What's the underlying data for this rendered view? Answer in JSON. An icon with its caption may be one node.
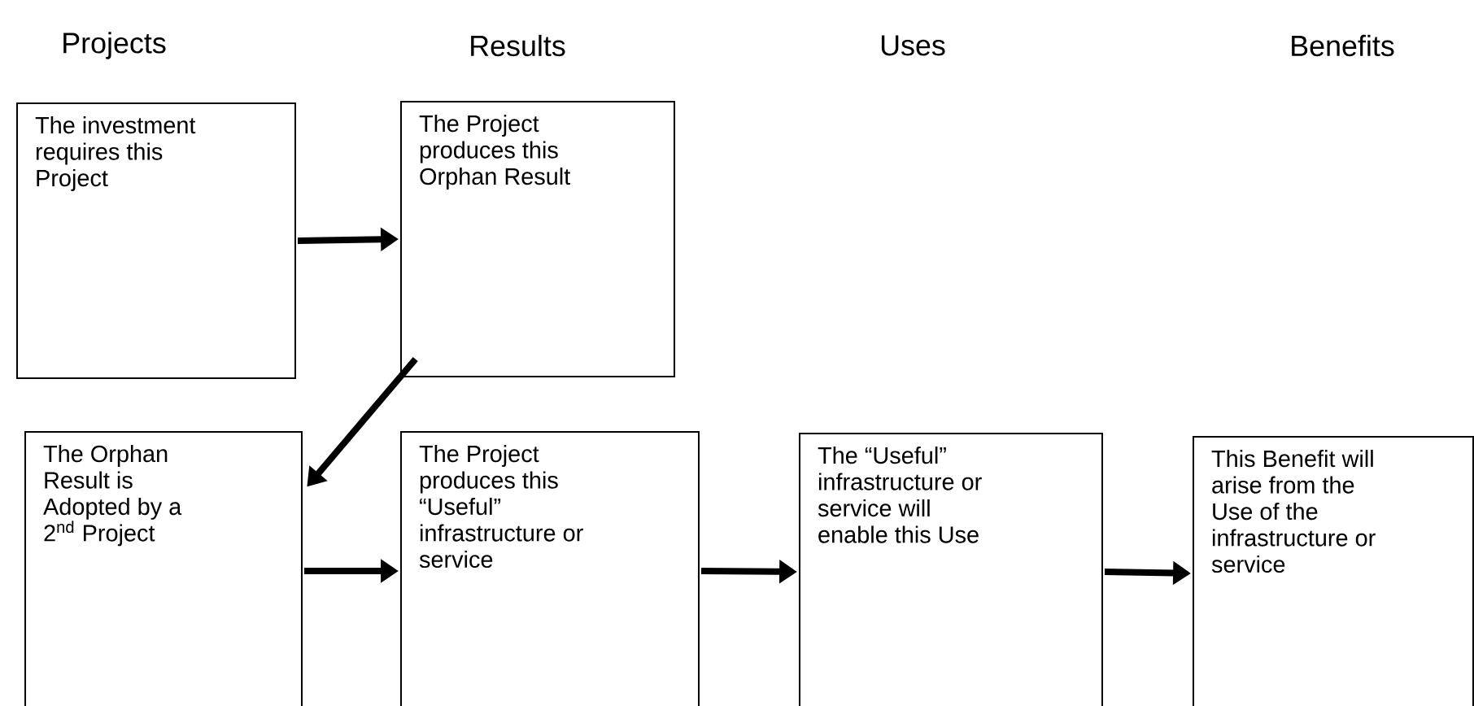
{
  "diagram": {
    "nodes": [
      {
        "text": [
          "The investment requires this Project"
        ]
      },
      {
        "text": [
          "The Project produces this Orphan Result"
        ]
      },
      {
        "text": [
          "The Orphan Result is Adopted by a 2$^{nd}$ Project"
        ]
      },
      {
        "text": [
          "The Project produces this “Useful” infrastructure or service"
        ]
      },
      {
        "text": [
          "The “Useful” infrastructure or service will enable this Use"
        ]
      },
      {
        "text": [
          "This Benefit will arise from the Use of the infrastructure or service"
        ]
      }
    ],
    "edges": [
      {
        "from": 0,
        "to": 1,
        "arrow": "to"
      },
      {
        "from": 1,
        "to": 2,
        "arrow": "to"
      },
      {
        "from": 2,
        "to": 3,
        "arrow": "to"
      },
      {
        "from": 3,
        "to": 4,
        "arrow": "to"
      },
      {
        "from": 4,
        "to": 5,
        "arrow": "to"
      }
    ],
    "labels": [
      "Projects",
      "Results",
      "Uses",
      "Benefits"
    ]
  }
}
